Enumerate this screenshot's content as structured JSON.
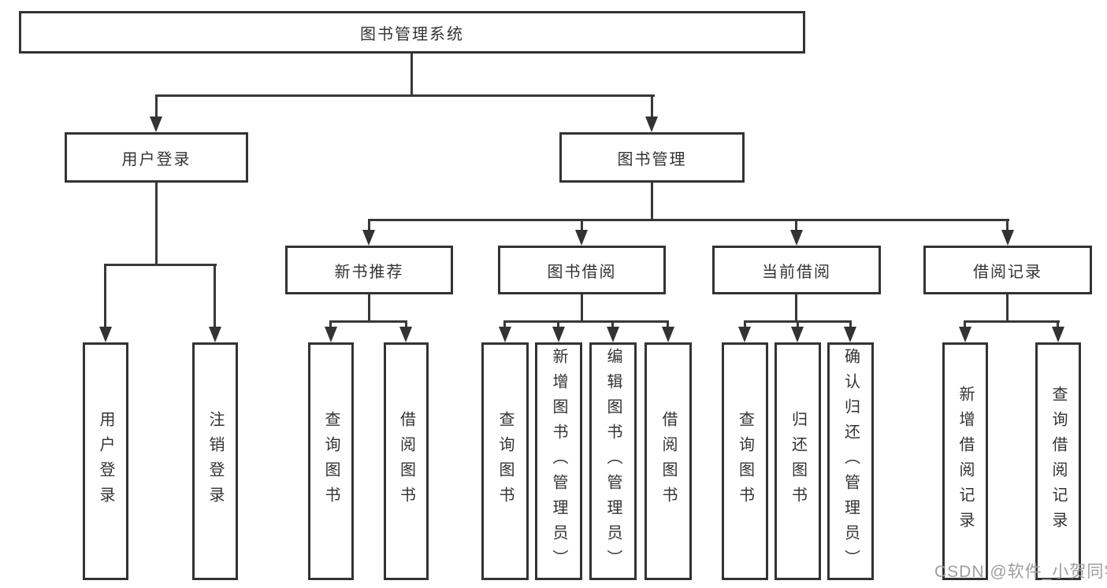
{
  "diagram": {
    "root": "图书管理系统",
    "children": [
      {
        "label": "用户登录",
        "children": [
          "用户登录",
          "注销登录"
        ]
      },
      {
        "label": "图书管理",
        "children": [
          {
            "label": "新书推荐",
            "children": [
              "查询图书",
              "借阅图书"
            ]
          },
          {
            "label": "图书借阅",
            "children": [
              "查询图书",
              "新增图书（管理员）",
              "编辑图书（管理员）",
              "借阅图书"
            ]
          },
          {
            "label": "当前借阅",
            "children": [
              "查询图书",
              "归还图书",
              "确认归还（管理员）"
            ]
          },
          {
            "label": "借阅记录",
            "children": [
              "新增借阅记录",
              "查询借阅记录"
            ]
          }
        ]
      }
    ]
  },
  "watermark": "CSDN @软件_小贺同学",
  "colors": {
    "line": "#333333",
    "text": "#333333",
    "watermark": "#9e9e9e",
    "background": "#ffffff"
  }
}
